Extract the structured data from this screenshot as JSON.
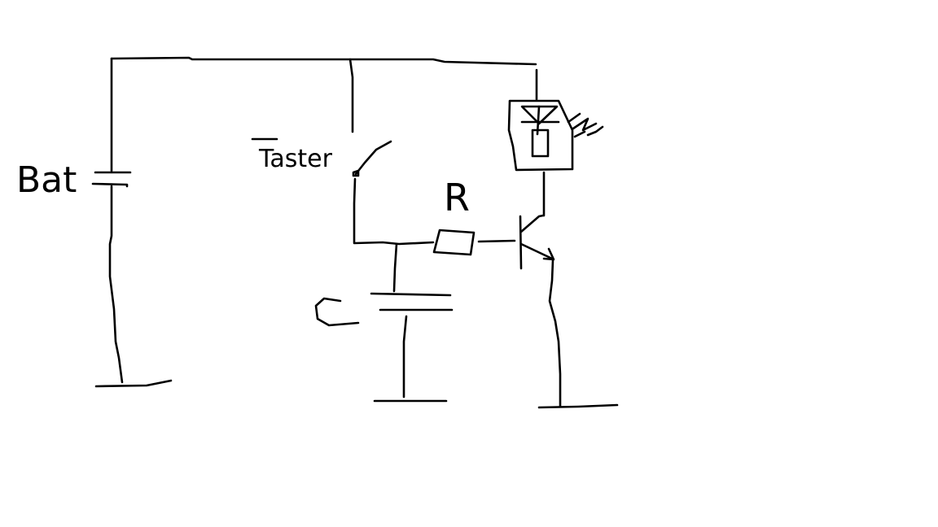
{
  "labels": {
    "battery": "Bat",
    "switch": "Taster",
    "resistor": "R",
    "capacitor": "C"
  },
  "icons": [
    "battery-symbol-icon",
    "push-button-switch-icon",
    "resistor-icon",
    "capacitor-symbol-icon",
    "npn-transistor-icon",
    "led-icon",
    "light-emission-icon",
    "ground-icon"
  ],
  "colors": {
    "background": "#ffffff",
    "ink": "#000000"
  }
}
